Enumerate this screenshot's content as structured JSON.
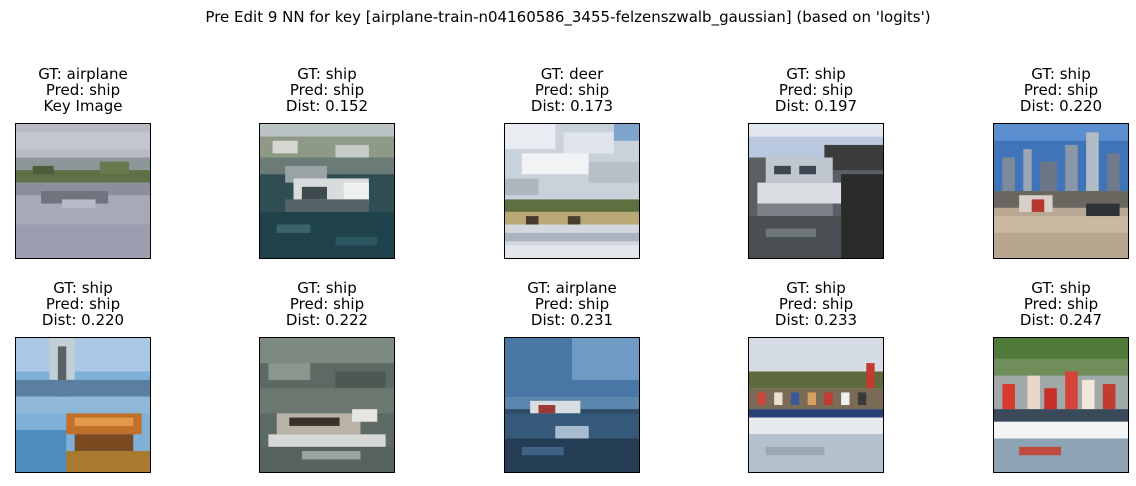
{
  "figure": {
    "suptitle": "Pre Edit 9 NN for key [airplane-train-n04160586_3455-felzenszwalb_gaussian] (based on 'logits')"
  },
  "panels": [
    {
      "gt": "GT: airplane",
      "pred": "Pred: ship",
      "info": "Key Image",
      "image": "gray-lake-with-airplane-thumbnail"
    },
    {
      "gt": "GT: ship",
      "pred": "Pred: ship",
      "info": "Dist: 0.152",
      "image": "white-boat-in-harbor-thumbnail"
    },
    {
      "gt": "GT: deer",
      "pred": "Pred: ship",
      "info": "Dist: 0.173",
      "image": "cloudy-sky-over-marsh-thumbnail"
    },
    {
      "gt": "GT: ship",
      "pred": "Pred: ship",
      "info": "Dist: 0.197",
      "image": "boat-at-dock-thumbnail"
    },
    {
      "gt": "GT: ship",
      "pred": "Pred: ship",
      "info": "Dist: 0.220",
      "image": "city-skyline-waterfront-thumbnail"
    },
    {
      "gt": "GT: ship",
      "pred": "Pred: ship",
      "info": "Dist: 0.220",
      "image": "wooden-rowboat-on-water-thumbnail"
    },
    {
      "gt": "GT: ship",
      "pred": "Pred: ship",
      "info": "Dist: 0.222",
      "image": "speedboat-wake-thumbnail"
    },
    {
      "gt": "GT: airplane",
      "pred": "Pred: ship",
      "info": "Dist: 0.231",
      "image": "seaplane-on-blue-water-thumbnail"
    },
    {
      "gt": "GT: ship",
      "pred": "Pred: ship",
      "info": "Dist: 0.233",
      "image": "crowded-boat-thumbnail"
    },
    {
      "gt": "GT: ship",
      "pred": "Pred: ship",
      "info": "Dist: 0.247",
      "image": "dragon-boat-rowers-thumbnail"
    }
  ]
}
